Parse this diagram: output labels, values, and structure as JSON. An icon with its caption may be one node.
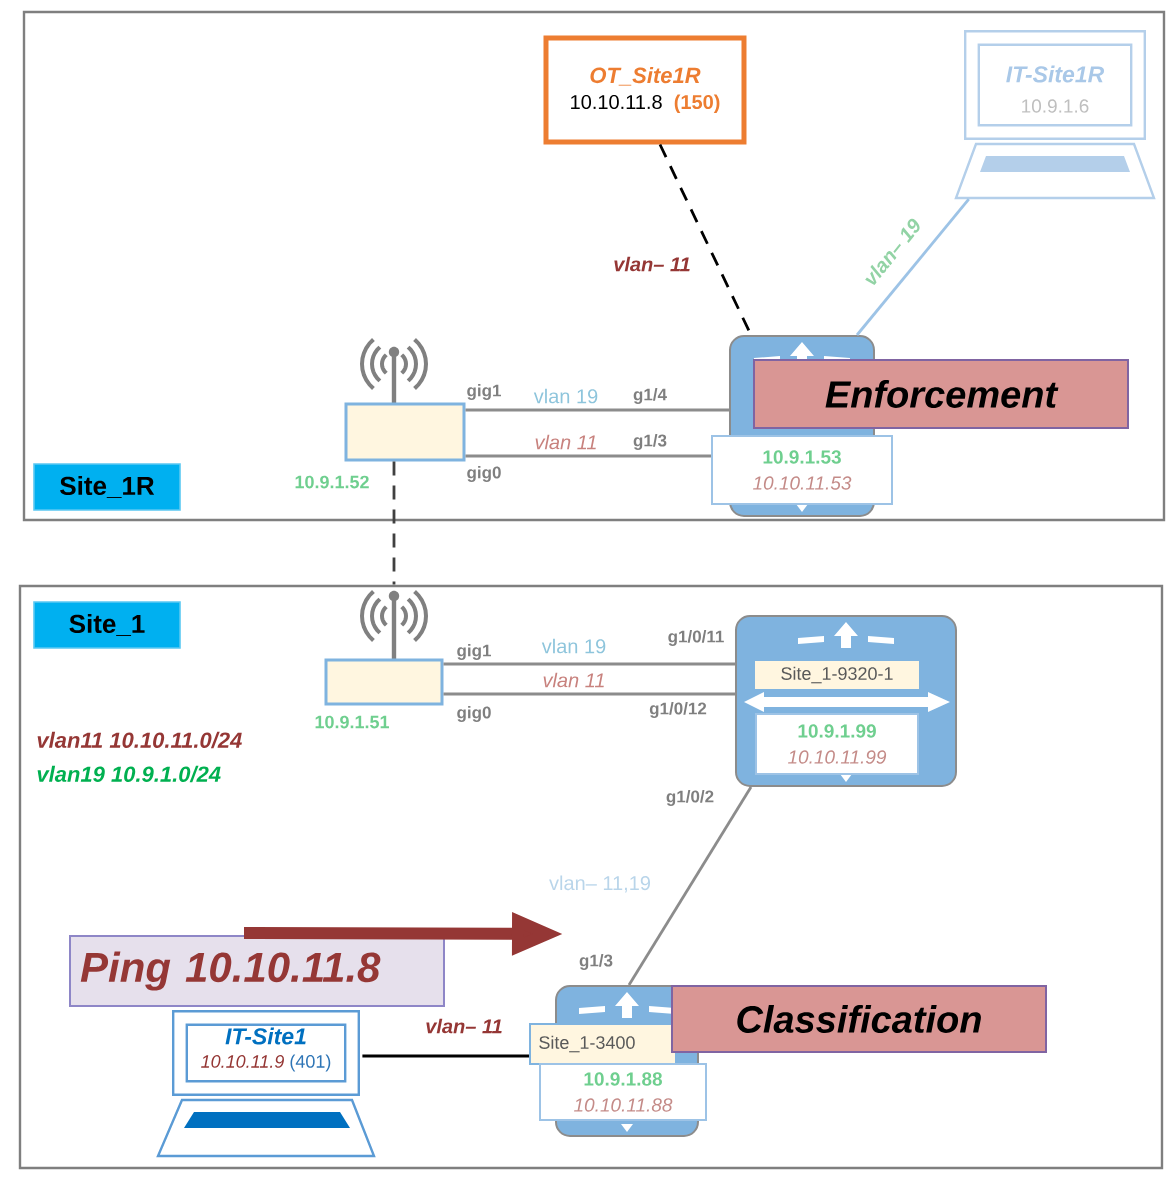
{
  "diagram": {
    "nodes": [
      {
        "text": [
          "Site_1R"
        ]
      },
      {
        "text": [
          "OT_Site1R",
          "10.10.11.8",
          "(150)"
        ],
        "in": 0
      },
      {
        "text": [
          "IT-Site1R",
          "10.9.1.6"
        ],
        "in": 0
      },
      {
        "text": [],
        "shape": "box",
        "beside": [
          "10.9.1.52"
        ],
        "in": 0
      },
      {
        "text": [
          "10.9.1.53",
          "10.10.11.53"
        ],
        "in": 0
      },
      {
        "text": [
          "Enforcement"
        ],
        "in": 0
      },
      {
        "text": [
          "Site_1"
        ]
      },
      {
        "text": [],
        "shape": "box",
        "beside": [
          "10.9.1.51"
        ],
        "in": 6
      },
      {
        "text": [
          "Site_1-9320-1",
          "10.9.1.99",
          "10.10.11.99"
        ],
        "in": 6
      },
      {
        "text": [
          "Ping 10.10.11.8"
        ],
        "in": 6
      },
      {
        "text": [
          "IT-Site1",
          "10.10.11.9",
          "(401)"
        ],
        "in": 6
      },
      {
        "text": [
          "Site_1-3400",
          "10.9.1.88",
          "10.10.11.88"
        ],
        "in": 6
      },
      {
        "text": [
          "Classification"
        ],
        "in": 6
      }
    ],
    "edges": [
      {
        "from": 1,
        "to": 4,
        "arrow": "none",
        "label": "vlan– 11",
        "style": "dashed",
        "color": "#000000"
      },
      {
        "from": 2,
        "to": 4,
        "arrow": "none",
        "label": "vlan– 19",
        "color": "#9dc3e6"
      },
      {
        "from": 3,
        "to": 4,
        "arrow": "none",
        "label": "vlan 19"
      },
      {
        "from": 3,
        "to": 4,
        "arrow": "none",
        "label": "vlan 11"
      },
      {
        "from": 3,
        "to": 7,
        "arrow": "none",
        "style": "dashed",
        "color": "#404040"
      },
      {
        "from": 7,
        "to": 8,
        "arrow": "none",
        "label": "vlan 19"
      },
      {
        "from": 7,
        "to": 8,
        "arrow": "none",
        "label": "vlan 11"
      },
      {
        "from": 8,
        "to": 11,
        "arrow": "none",
        "label": "vlan– 11,19"
      },
      {
        "from": 10,
        "to": 11,
        "arrow": "none",
        "label": "vlan– 11",
        "color": "#000000"
      },
      {
        "from": 9,
        "to": null,
        "arrow": "to",
        "style": "thick",
        "color": "#953735"
      }
    ],
    "labels": [
      "gig1",
      "g1/4",
      "g1/3",
      "gig0",
      "g1/0/11",
      "gig1",
      "g1/0/12",
      "gig0",
      "vlan11 10.10.11.0/24",
      "vlan19 10.9.1.0/24",
      "g1/0/2",
      "g1/3"
    ]
  }
}
